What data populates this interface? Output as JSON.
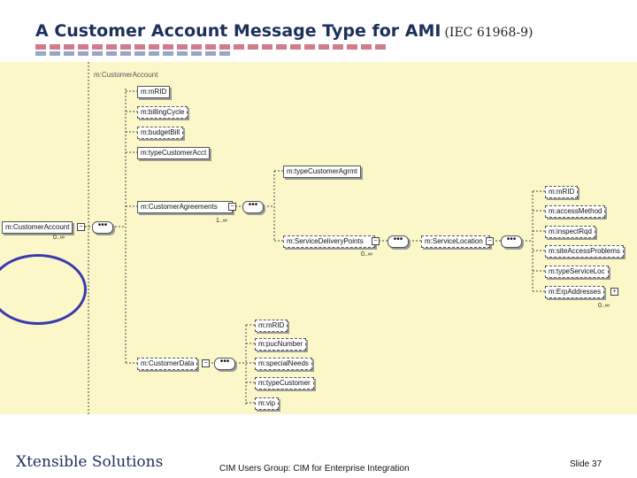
{
  "header": {
    "title": "A Customer Account Message Type for AMI",
    "subtitle": "(IEC 61968-9)"
  },
  "diagram": {
    "root_label": "m:CustomerAccount",
    "root_element": "m:CustomerAccount",
    "root_mult": "0..∞",
    "account_children": [
      "m:mRID",
      "m:billingCycle",
      "m:budgetBill",
      "m:typeCustomerAcct"
    ],
    "agreements": "m:CustomerAgreements",
    "agreements_mult": "1..∞",
    "agreement_type": "m:typeCustomerAgrmt",
    "delivery_points": "m:ServiceDeliveryPoints",
    "delivery_mult": "0..∞",
    "service_location": "m:ServiceLocation",
    "location_children": [
      "m:mRID",
      "m:accessMethod",
      "m:inspectRqd",
      "m:siteAccessProblems",
      "m:typeServiceLoc",
      "m:ErpAddresses"
    ],
    "location_mult": "0..∞",
    "customer_data": "m:CustomerData",
    "customer_children": [
      "m:mRID",
      "m:pucNumber",
      "m:specialNeeds",
      "m:typeCustomer",
      "m:vip"
    ],
    "sequence_glyph": "•••"
  },
  "footer": {
    "logo": "Xtensible Solutions",
    "center": "CIM Users Group: CIM for Enterprise Integration",
    "slide": "Slide 37"
  }
}
